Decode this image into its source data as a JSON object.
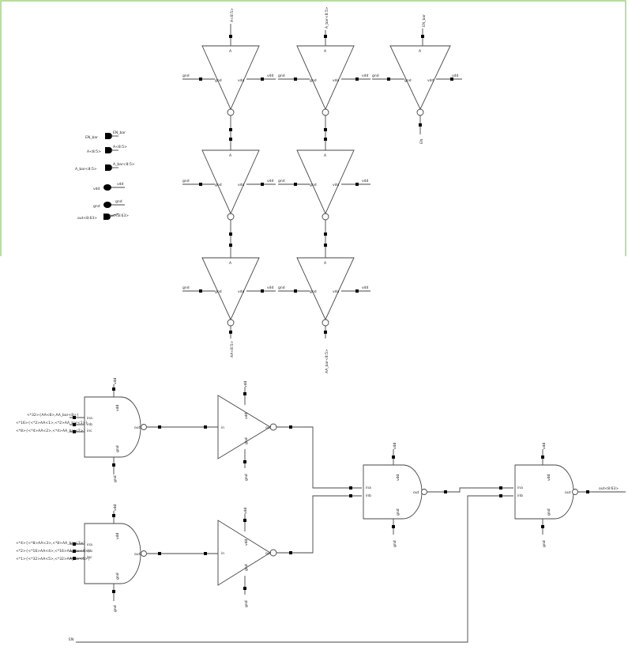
{
  "colors": {
    "frame": "#8fc46a",
    "wire": "#444444",
    "text": "#222222",
    "background": "#ffffff"
  },
  "labels": {
    "pin_a": "A",
    "pin_in": "in",
    "pin_ina": "ina",
    "pin_inb": "inb",
    "pin_inc": "inc",
    "pin_out": "out",
    "gnd": "gnd",
    "vdd": "vdd"
  },
  "ports": [
    {
      "name": "EN_bar",
      "net": "EN_bar"
    },
    {
      "name": "A<8:5>",
      "net": "A<8:5>"
    },
    {
      "name": "A_bar<8:5>",
      "net": "A_bar<8:5>"
    },
    {
      "name": "vdd",
      "net": "vdd"
    },
    {
      "name": "gnd",
      "net": "gnd"
    },
    {
      "name": "out<8:63>",
      "net": "out<8:63>"
    }
  ],
  "nets": {
    "col1_top": "A<8:5>",
    "col2_top": "A_bar<8:5>",
    "col3_top": "EN_bar",
    "col3_bottom": "EN",
    "col1_bottom": "AA<8:5>",
    "col2_bottom": "AA_bar<8:5>",
    "en_line": "EN",
    "output": "out<8:63>"
  },
  "nand_inputs_top": [
    "<*32>{AA<8>,AA_bar<8>}",
    "<*16>{<*2>AA<1>,<*2>AA_bar<1>}",
    "<*8>{<*4>AA<2>,<*4>AA_bar<2>}"
  ],
  "nand_inputs_bottom": [
    "<*4>{<*8>AA<3>,<*8>AA_bar<3>}",
    "<*2>{<*16>AA<4>,<*16>AA_bar<4>}",
    "<*1>{<*32>AA<5>,<*32>AA_bar<5>}"
  ]
}
